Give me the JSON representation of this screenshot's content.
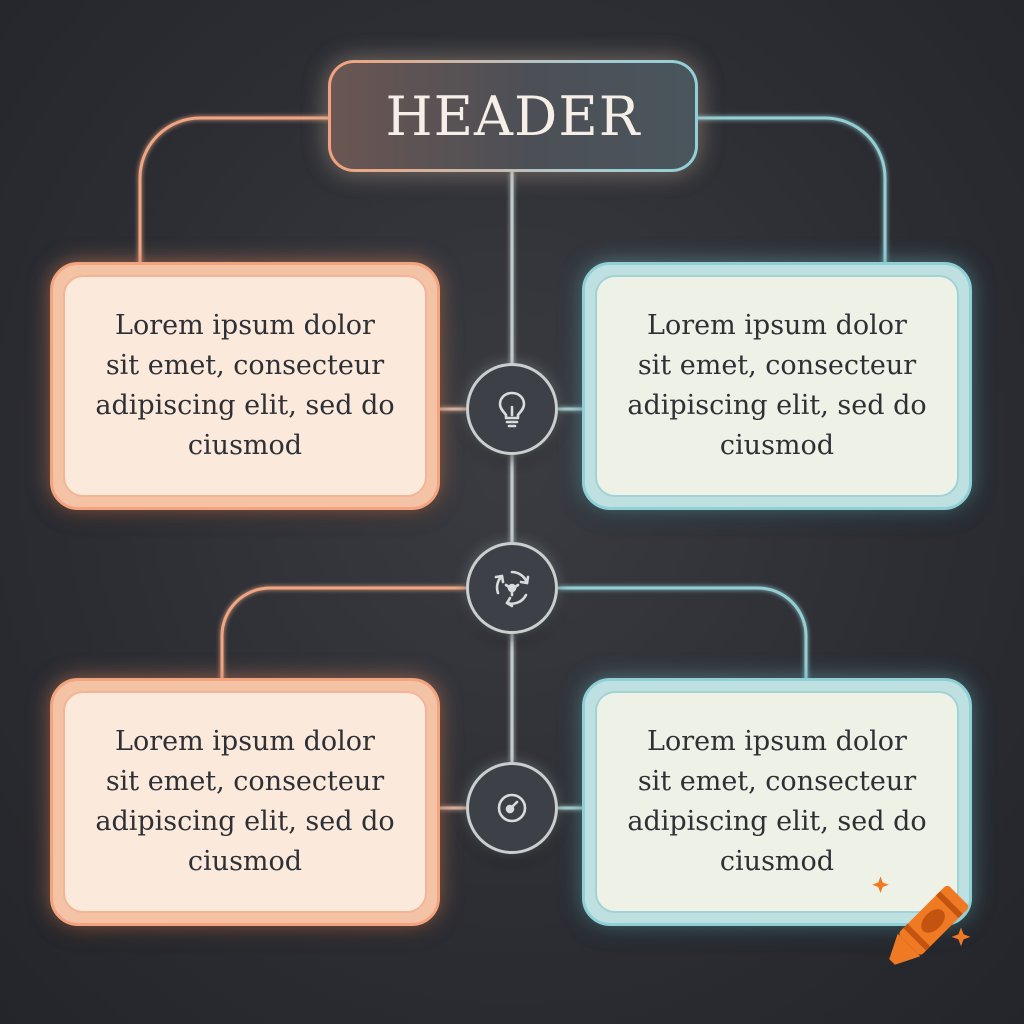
{
  "header": {
    "title": "HEADER"
  },
  "cards": [
    {
      "id": "top-left",
      "text": "Lorem ipsum dolor sit emet, consecteur adipiscing elit, sed do ciusmod"
    },
    {
      "id": "top-right",
      "text": "Lorem ipsum dolor sit emet, consecteur adipiscing elit, sed do ciusmod"
    },
    {
      "id": "bottom-left",
      "text": "Lorem ipsum dolor sit emet, consecteur adipiscing elit, sed do ciusmod"
    },
    {
      "id": "bottom-right",
      "text": "Lorem ipsum dolor sit emet, consecteur adipiscing elit, sed do ciusmod"
    }
  ],
  "nodes": [
    {
      "icon": "lightbulb-icon"
    },
    {
      "icon": "cycle-icon"
    },
    {
      "icon": "target-icon"
    }
  ],
  "colors": {
    "background": "#2b2d33",
    "accent_orange": "#f3a47e",
    "accent_teal": "#8fd0d6",
    "card_orange_fill": "#fbeadc",
    "card_teal_fill": "#eef1e6",
    "node_fill": "#3d4047",
    "connector_spine": "#c9cfcf",
    "logo_orange": "#f07a23"
  },
  "watermark": {
    "icon": "crayon-logo-icon"
  }
}
